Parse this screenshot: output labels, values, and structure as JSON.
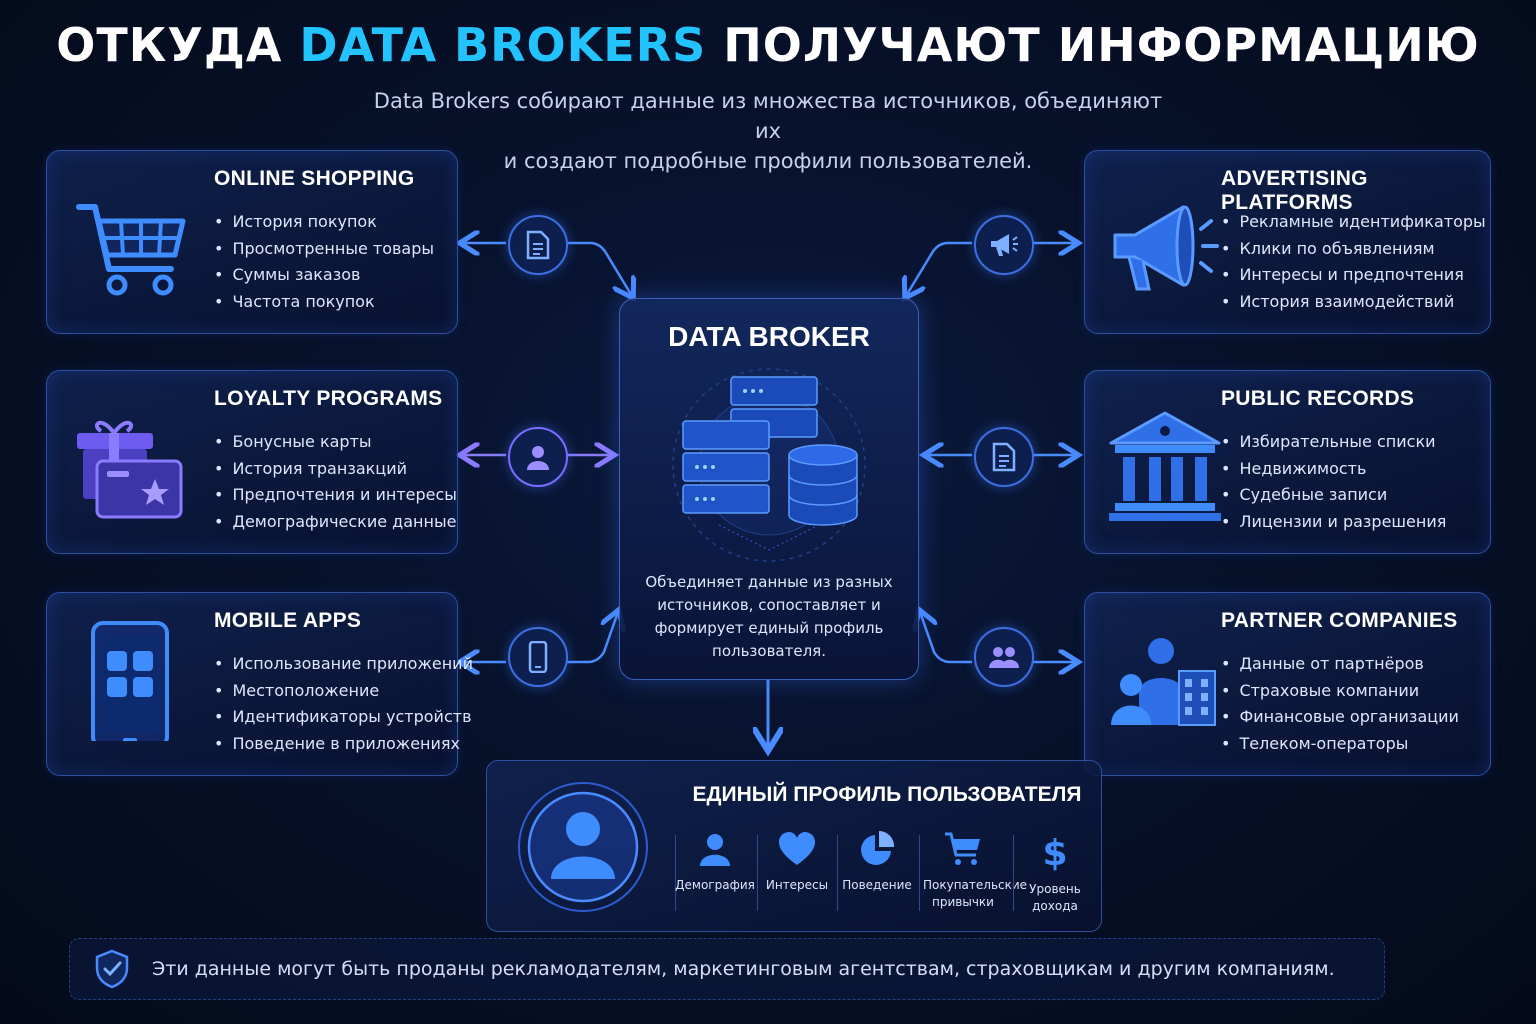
{
  "header": {
    "title_pre": "ОТКУДА ",
    "title_accent": "DATA BROKERS",
    "title_post": " ПОЛУЧАЮТ ИНФОРМАЦИЮ",
    "subtitle_line1": "Data Brokers собирают данные из множества источников, объединяют их",
    "subtitle_line2": "и создают подробные профили пользователей."
  },
  "sources_left": [
    {
      "title": "ONLINE SHOPPING",
      "icon": "shopping-cart-icon",
      "items": [
        "История покупок",
        "Просмотренные товары",
        "Суммы заказов",
        "Частота покупок"
      ]
    },
    {
      "title": "LOYALTY PROGRAMS",
      "icon": "gift-card-icon",
      "items": [
        "Бонусные карты",
        "История транзакций",
        "Предпочтения и интересы",
        "Демографические данные"
      ]
    },
    {
      "title": "MOBILE APPS",
      "icon": "smartphone-icon",
      "items": [
        "Использование приложений",
        "Местоположение",
        "Идентификаторы устройств",
        "Поведение в приложениях"
      ]
    }
  ],
  "sources_right": [
    {
      "title": "ADVERTISING PLATFORMS",
      "icon": "megaphone-icon",
      "items": [
        "Рекламные идентификаторы",
        "Клики по объявлениям",
        "Интересы и предпочтения",
        "История взаимодействий"
      ]
    },
    {
      "title": "PUBLIC RECORDS",
      "icon": "courthouse-icon",
      "items": [
        "Избирательные списки",
        "Недвижимость",
        "Судебные записи",
        "Лицензии и разрешения"
      ]
    },
    {
      "title": "PARTNER COMPANIES",
      "icon": "partners-icon",
      "items": [
        "Данные от партнёров",
        "Страховые компании",
        "Финансовые организации",
        "Телеком-операторы"
      ]
    }
  ],
  "center": {
    "title": "DATA BROKER",
    "description": "Объединяет данные из разных источников, сопоставляет и формирует единый профиль пользователя."
  },
  "profile": {
    "title": "ЕДИНЫЙ ПРОФИЛЬ ПОЛЬЗОВАТЕЛЯ",
    "attributes": [
      {
        "label": "Демография",
        "icon": "person-icon"
      },
      {
        "label": "Интересы",
        "icon": "heart-icon"
      },
      {
        "label": "Поведение",
        "icon": "pie-chart-icon"
      },
      {
        "label": "Покупательские привычки",
        "icon": "cart-icon"
      },
      {
        "label": "Уровень дохода",
        "icon": "dollar-icon"
      }
    ]
  },
  "footer": {
    "text": "Эти данные могут быть проданы рекламодателям, маркетинговым агентствам, страховщикам и другим компаниям."
  },
  "colors": {
    "accent": "#22c3ff",
    "line": "#3d7bff",
    "purple": "#7b6cff"
  }
}
